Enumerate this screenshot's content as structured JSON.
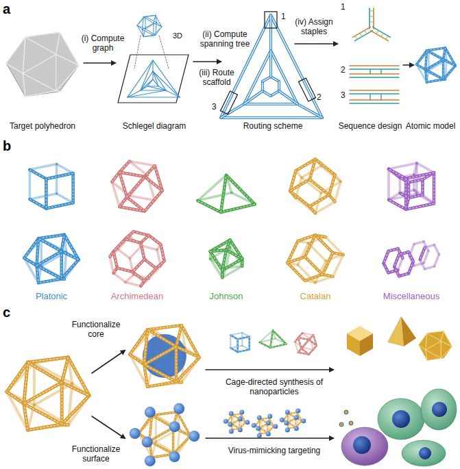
{
  "diagram": {
    "labels": [
      "a",
      "(i) Compute graph",
      "3D",
      "(ii) Compute spanning tree",
      "(iii) Route scaffold",
      "1",
      "(iv) Assign staples",
      "1",
      "3",
      "2",
      "2",
      "3",
      "Target polyhedron",
      "Schlegel diagram",
      "Routing scheme",
      "Sequence design",
      "Atomic model",
      "b",
      "Platonic",
      "Archimedean",
      "Johnson",
      "Catalan",
      "Miscellaneous",
      "c",
      "Functionalize core",
      "Cage-directed synthesis of nanoparticles",
      "Functionalize surface",
      "Virus-mimicking targeting"
    ]
  }
}
